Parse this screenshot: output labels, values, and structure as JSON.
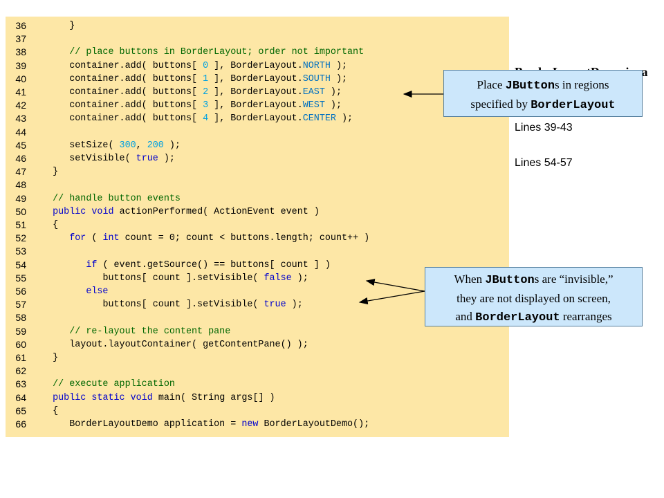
{
  "code": {
    "lines": [
      {
        "num": "36",
        "indent": "      ",
        "segments": [
          {
            "t": "}",
            "c": "tx"
          }
        ]
      },
      {
        "num": "37",
        "indent": "",
        "segments": []
      },
      {
        "num": "38",
        "indent": "      ",
        "segments": [
          {
            "t": "// place buttons in BorderLayout; order not important",
            "c": "cm"
          }
        ]
      },
      {
        "num": "39",
        "indent": "      ",
        "segments": [
          {
            "t": "container.add( buttons[ ",
            "c": "tx"
          },
          {
            "t": "0",
            "c": "nm"
          },
          {
            "t": " ], BorderLayout.",
            "c": "tx"
          },
          {
            "t": "NORTH",
            "c": "cs"
          },
          {
            "t": " );",
            "c": "tx"
          }
        ]
      },
      {
        "num": "40",
        "indent": "      ",
        "segments": [
          {
            "t": "container.add( buttons[ ",
            "c": "tx"
          },
          {
            "t": "1",
            "c": "nm"
          },
          {
            "t": " ], BorderLayout.",
            "c": "tx"
          },
          {
            "t": "SOUTH",
            "c": "cs"
          },
          {
            "t": " );",
            "c": "tx"
          }
        ]
      },
      {
        "num": "41",
        "indent": "      ",
        "segments": [
          {
            "t": "container.add( buttons[ ",
            "c": "tx"
          },
          {
            "t": "2",
            "c": "nm"
          },
          {
            "t": " ], BorderLayout.",
            "c": "tx"
          },
          {
            "t": "EAST",
            "c": "cs"
          },
          {
            "t": " );",
            "c": "tx"
          }
        ]
      },
      {
        "num": "42",
        "indent": "      ",
        "segments": [
          {
            "t": "container.add( buttons[ ",
            "c": "tx"
          },
          {
            "t": "3",
            "c": "nm"
          },
          {
            "t": " ], BorderLayout.",
            "c": "tx"
          },
          {
            "t": "WEST",
            "c": "cs"
          },
          {
            "t": " );",
            "c": "tx"
          }
        ]
      },
      {
        "num": "43",
        "indent": "      ",
        "segments": [
          {
            "t": "container.add( buttons[ ",
            "c": "tx"
          },
          {
            "t": "4",
            "c": "nm"
          },
          {
            "t": " ], BorderLayout.",
            "c": "tx"
          },
          {
            "t": "CENTER",
            "c": "cs"
          },
          {
            "t": " );",
            "c": "tx"
          }
        ]
      },
      {
        "num": "44",
        "indent": "",
        "segments": []
      },
      {
        "num": "45",
        "indent": "      ",
        "segments": [
          {
            "t": "setSize( ",
            "c": "tx"
          },
          {
            "t": "300",
            "c": "nm"
          },
          {
            "t": ", ",
            "c": "tx"
          },
          {
            "t": "200",
            "c": "nm"
          },
          {
            "t": " );",
            "c": "tx"
          }
        ]
      },
      {
        "num": "46",
        "indent": "      ",
        "segments": [
          {
            "t": "setVisible( ",
            "c": "tx"
          },
          {
            "t": "true",
            "c": "kw"
          },
          {
            "t": " );",
            "c": "tx"
          }
        ]
      },
      {
        "num": "47",
        "indent": "   ",
        "segments": [
          {
            "t": "}",
            "c": "tx"
          }
        ]
      },
      {
        "num": "48",
        "indent": "",
        "segments": []
      },
      {
        "num": "49",
        "indent": "   ",
        "segments": [
          {
            "t": "// handle button events",
            "c": "cm"
          }
        ]
      },
      {
        "num": "50",
        "indent": "   ",
        "segments": [
          {
            "t": "public",
            "c": "kw"
          },
          {
            "t": " ",
            "c": "tx"
          },
          {
            "t": "void",
            "c": "kw"
          },
          {
            "t": " actionPerformed( ActionEvent event )",
            "c": "tx"
          }
        ]
      },
      {
        "num": "51",
        "indent": "   ",
        "segments": [
          {
            "t": "{",
            "c": "tx"
          }
        ]
      },
      {
        "num": "52",
        "indent": "      ",
        "segments": [
          {
            "t": "for",
            "c": "kw"
          },
          {
            "t": " ( ",
            "c": "tx"
          },
          {
            "t": "int",
            "c": "kw"
          },
          {
            "t": " count = ",
            "c": "tx"
          },
          {
            "t": "0",
            "c": "tx"
          },
          {
            "t": "; count < buttons.length; count++ )",
            "c": "tx"
          }
        ]
      },
      {
        "num": "53",
        "indent": "",
        "segments": []
      },
      {
        "num": "54",
        "indent": "         ",
        "segments": [
          {
            "t": "if",
            "c": "kw"
          },
          {
            "t": " ( event.getSource() == buttons[ count ] )",
            "c": "tx"
          }
        ]
      },
      {
        "num": "55",
        "indent": "            ",
        "segments": [
          {
            "t": "buttons[ count ].setVisible( ",
            "c": "tx"
          },
          {
            "t": "false",
            "c": "kw"
          },
          {
            "t": " );",
            "c": "tx"
          }
        ]
      },
      {
        "num": "56",
        "indent": "         ",
        "segments": [
          {
            "t": "else",
            "c": "kw"
          }
        ]
      },
      {
        "num": "57",
        "indent": "            ",
        "segments": [
          {
            "t": "buttons[ count ].setVisible( ",
            "c": "tx"
          },
          {
            "t": "true",
            "c": "kw"
          },
          {
            "t": " );",
            "c": "tx"
          }
        ]
      },
      {
        "num": "58",
        "indent": "",
        "segments": []
      },
      {
        "num": "59",
        "indent": "      ",
        "segments": [
          {
            "t": "// re-layout the content pane",
            "c": "cm"
          }
        ]
      },
      {
        "num": "60",
        "indent": "      ",
        "segments": [
          {
            "t": "layout.layoutContainer( getContentPane() );",
            "c": "tx"
          }
        ]
      },
      {
        "num": "61",
        "indent": "   ",
        "segments": [
          {
            "t": "}",
            "c": "tx"
          }
        ]
      },
      {
        "num": "62",
        "indent": "",
        "segments": []
      },
      {
        "num": "63",
        "indent": "   ",
        "segments": [
          {
            "t": "// execute application",
            "c": "cm"
          }
        ]
      },
      {
        "num": "64",
        "indent": "   ",
        "segments": [
          {
            "t": "public",
            "c": "kw"
          },
          {
            "t": " ",
            "c": "tx"
          },
          {
            "t": "static",
            "c": "kw"
          },
          {
            "t": " ",
            "c": "tx"
          },
          {
            "t": "void",
            "c": "kw"
          },
          {
            "t": " main( String args[] )",
            "c": "tx"
          }
        ]
      },
      {
        "num": "65",
        "indent": "   ",
        "segments": [
          {
            "t": "{",
            "c": "tx"
          }
        ]
      },
      {
        "num": "66",
        "indent": "      ",
        "segments": [
          {
            "t": "BorderLayoutDemo application = ",
            "c": "tx"
          },
          {
            "t": "new",
            "c": "kw"
          },
          {
            "t": " BorderLayoutDemo();",
            "c": "tx"
          }
        ]
      }
    ]
  },
  "side": {
    "title": "BorderLayoutDemo.java",
    "refs": [
      "Lines 39-43",
      "Lines 54-57"
    ]
  },
  "callouts": {
    "c1": {
      "p1": "Place ",
      "m1": "JButton",
      "p2": "s in regions",
      "p3": "specified by ",
      "m2": "BorderLayout"
    },
    "c2": {
      "p1": "When ",
      "m1": "JButton",
      "p2": "s are “invisible,”",
      "p3": "they are not displayed on screen,",
      "p4": "and ",
      "m2": "BorderLayout",
      "p5": " rearranges"
    }
  },
  "colors": {
    "panel": "#fde7a6",
    "keyword": "#0000cc",
    "comment": "#006600",
    "constant": "#0070c0",
    "callout": "#cce7fb"
  }
}
